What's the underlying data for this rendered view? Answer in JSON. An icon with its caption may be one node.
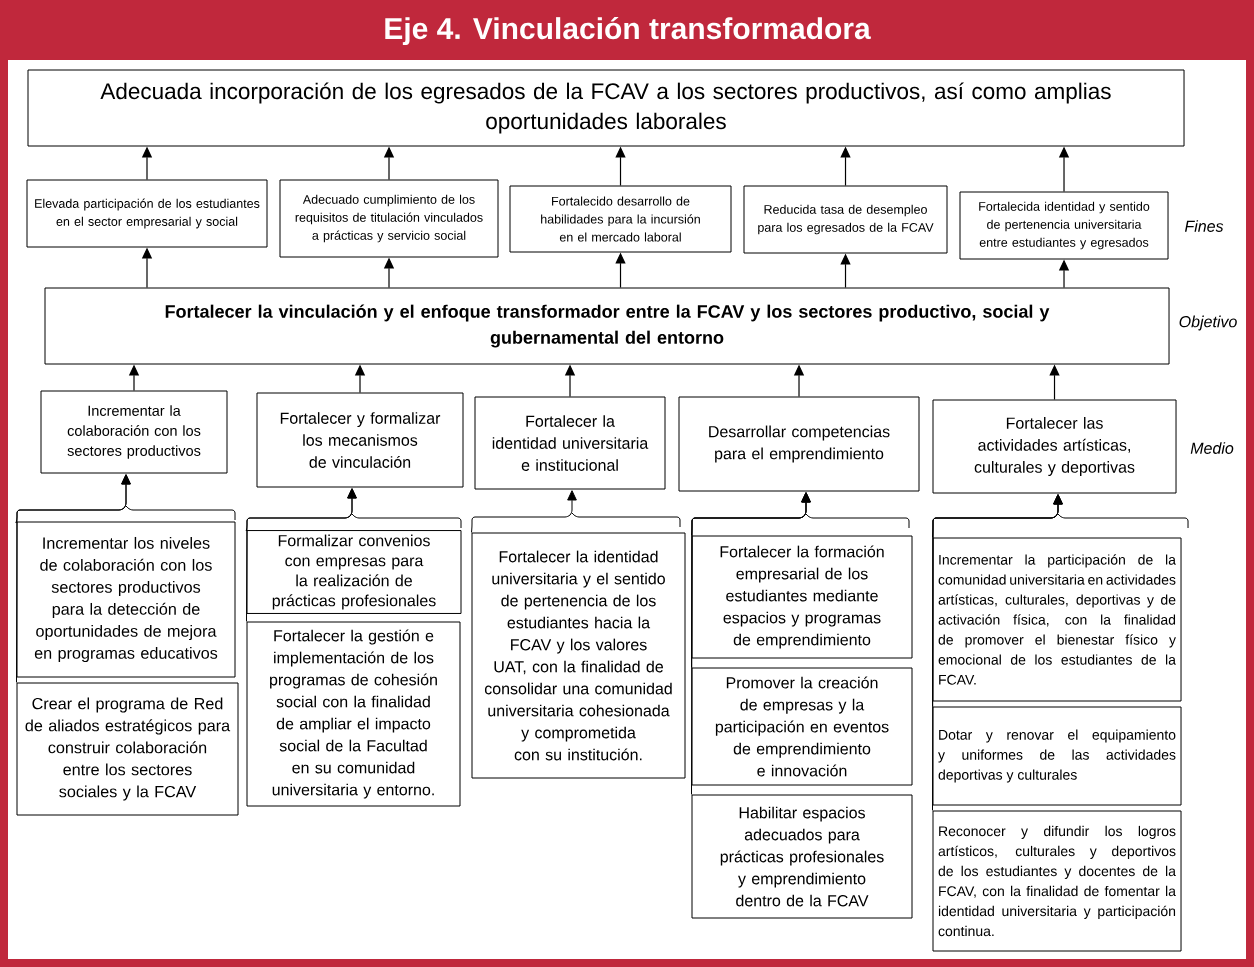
{
  "diagram": {
    "title": "Eje 4. Vinculación transformadora",
    "nodes": [
      {
        "text": [
          "Adecuada incorporación de los egresados de la FCAV a los sectores productivos, así como amplias oportunidades laborales"
        ]
      },
      {
        "text": [
          "Elevada participación de los estudiantes en el sector empresarial y social"
        ]
      },
      {
        "text": [
          "Adecuado cumplimiento de los requisitos de titulación vinculados a prácticas y servicio social"
        ]
      },
      {
        "text": [
          "Fortalecido desarrollo de habilidades para la incursión en el mercado laboral"
        ]
      },
      {
        "text": [
          "Reducida tasa de desempleo para los egresados de la FCAV"
        ]
      },
      {
        "text": [
          "Fortalecida identidad y sentido de pertenencia universitaria entre estudiantes y egresados"
        ]
      },
      {
        "text": [
          "Fortalecer la vinculación y el enfoque transformador entre la FCAV y los sectores productivo, social y gubernamental del entorno"
        ]
      },
      {
        "text": [
          "Incrementar la colaboración con los sectores productivos"
        ]
      },
      {
        "text": [
          "Fortalecer y formalizar los mecanismos de vinculación"
        ]
      },
      {
        "text": [
          "Fortalecer la identidad universitaria e institucional"
        ]
      },
      {
        "text": [
          "Desarrollar competencias para el emprendimiento"
        ]
      },
      {
        "text": [
          "Fortalecer las actividades artísticas, culturales y deportivas"
        ]
      },
      {
        "text": [
          "Incrementar los niveles de colaboración con los sectores productivos para la detección de oportunidades de mejora en programas educativos"
        ]
      },
      {
        "text": [
          "Crear el programa de Red de aliados estratégicos para construir colaboración entre los sectores sociales y la FCAV"
        ]
      },
      {
        "text": [
          "Formalizar convenios con empresas para la realización de prácticas profesionales"
        ]
      },
      {
        "text": [
          "Fortalecer la gestión e implementación de los programas de cohesión social con la finalidad de ampliar el impacto social de la Facultad en su comunidad universitaria y entorno."
        ]
      },
      {
        "text": [
          "Fortalecer la identidad universitaria y el sentido de pertenencia de los estudiantes hacia la FCAV y los valores UAT, con la finalidad de consolidar una comunidad universitaria cohesionada y comprometida con su institución."
        ]
      },
      {
        "text": [
          "Fortalecer la formación empresarial de los estudiantes mediante espacios y programas de emprendimiento"
        ]
      },
      {
        "text": [
          "Promover la creación de empresas y la participación en eventos de emprendimiento e innovación"
        ]
      },
      {
        "text": [
          "Habilitar espacios adecuados para prácticas profesionales y emprendimiento dentro de la FCAV"
        ]
      },
      {
        "text": [
          "Incrementar la participación de la comunidad universitaria en actividades artísticas, culturales, deportivas y de activación física, con la finalidad de promover el bienestar físico y emocional de los estudiantes de la FCAV."
        ]
      },
      {
        "text": [
          "Dotar y renovar el equipamiento y uniformes de las actividades deportivas y culturales"
        ]
      },
      {
        "text": [
          "Reconocer y difundir los logros artísticos, culturales y deportivos de los estudiantes y docentes de la FCAV, con la finalidad de fomentar la identidad universitaria y participación continua."
        ]
      }
    ],
    "edges": [
      {
        "from": 1,
        "to": 0,
        "arrow": "to"
      },
      {
        "from": 2,
        "to": 0,
        "arrow": "to"
      },
      {
        "from": 3,
        "to": 0,
        "arrow": "to"
      },
      {
        "from": 4,
        "to": 0,
        "arrow": "to"
      },
      {
        "from": 5,
        "to": 0,
        "arrow": "to"
      },
      {
        "from": 6,
        "to": 1,
        "arrow": "to"
      },
      {
        "from": 6,
        "to": 2,
        "arrow": "to"
      },
      {
        "from": 6,
        "to": 3,
        "arrow": "to"
      },
      {
        "from": 6,
        "to": 4,
        "arrow": "to"
      },
      {
        "from": 6,
        "to": 5,
        "arrow": "to"
      },
      {
        "from": 7,
        "to": 6,
        "arrow": "to"
      },
      {
        "from": 8,
        "to": 6,
        "arrow": "to"
      },
      {
        "from": 9,
        "to": 6,
        "arrow": "to"
      },
      {
        "from": 10,
        "to": 6,
        "arrow": "to"
      },
      {
        "from": 11,
        "to": 6,
        "arrow": "to"
      },
      {
        "from": 12,
        "to": 7,
        "arrow": "to"
      },
      {
        "from": 13,
        "to": 7,
        "arrow": "to"
      },
      {
        "from": 14,
        "to": 8,
        "arrow": "to"
      },
      {
        "from": 15,
        "to": 8,
        "arrow": "to"
      },
      {
        "from": 16,
        "to": 9,
        "arrow": "to"
      },
      {
        "from": 17,
        "to": 10,
        "arrow": "to"
      },
      {
        "from": 18,
        "to": 10,
        "arrow": "to"
      },
      {
        "from": 19,
        "to": 10,
        "arrow": "to"
      },
      {
        "from": 20,
        "to": 11,
        "arrow": "to"
      },
      {
        "from": 21,
        "to": 11,
        "arrow": "to"
      },
      {
        "from": 22,
        "to": 11,
        "arrow": "to"
      }
    ],
    "labels": [
      "Fines",
      "Objetivo",
      "Medio"
    ]
  }
}
